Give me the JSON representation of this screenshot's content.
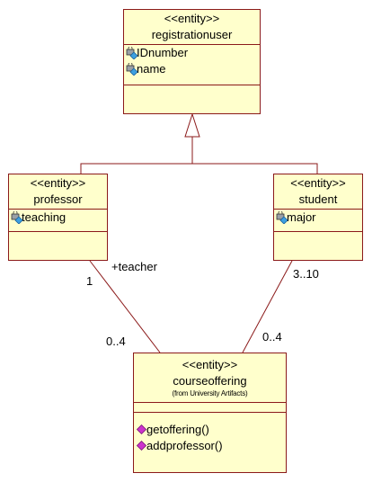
{
  "classes": {
    "registrationuser": {
      "stereotype": "<<entity>>",
      "name": "registrationuser",
      "attributes": [
        "IDnumber",
        "name"
      ]
    },
    "professor": {
      "stereotype": "<<entity>>",
      "name": "professor",
      "attributes": [
        "teaching"
      ]
    },
    "student": {
      "stereotype": "<<entity>>",
      "name": "student",
      "attributes": [
        "major"
      ]
    },
    "courseoffering": {
      "stereotype": "<<entity>>",
      "name": "courseoffering",
      "package_note": "(from University Artifacts)",
      "operations": [
        "getoffering()",
        "addprofessor()"
      ]
    }
  },
  "associations": {
    "professor_courseoffering": {
      "role": "+teacher",
      "mult_professor": "1",
      "mult_courseoffering": "0..4"
    },
    "student_courseoffering": {
      "mult_student": "3..10",
      "mult_courseoffering": "0..4"
    }
  },
  "colors": {
    "class_fill": "#ffffcc",
    "class_border": "#8b1a1a",
    "line": "#8b1a1a",
    "attribute_icon": "#3da0e0",
    "operation_icon": "#cc33cc"
  }
}
